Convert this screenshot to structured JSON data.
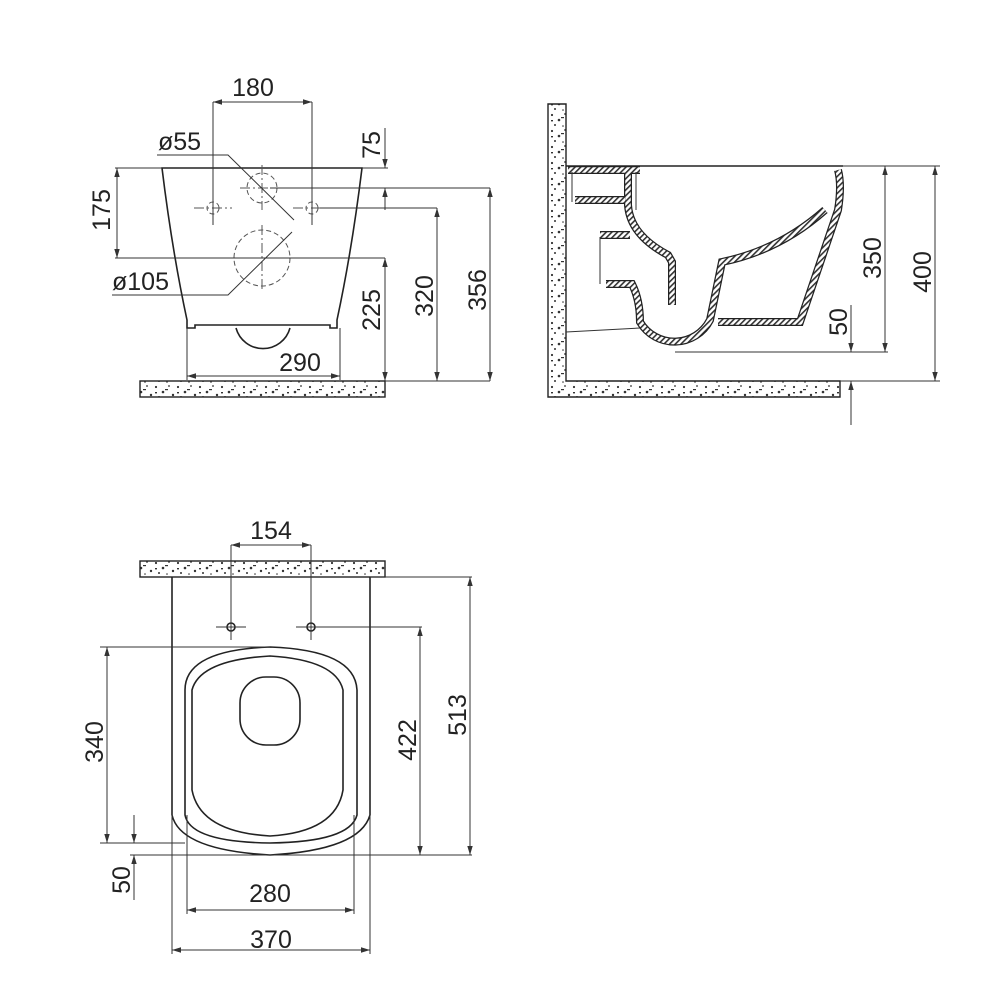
{
  "drawing": {
    "front_view": {
      "dimensions": {
        "inlet_spacing": "180",
        "small_hole_diameter": "ø55",
        "large_hole_diameter": "ø105",
        "top_offset": "75",
        "hole_height_left": "175",
        "outlet_height": "225",
        "bolt_height": "320",
        "inlet_height": "356",
        "base_width": "290"
      }
    },
    "side_view": {
      "dimensions": {
        "bowl_height": "350",
        "total_height": "400",
        "floor_clearance": "50"
      }
    },
    "top_view": {
      "dimensions": {
        "bolt_spacing": "154",
        "seat_length": "340",
        "bolt_to_front": "422",
        "total_length": "513",
        "front_offset": "50",
        "seat_width": "280",
        "total_width": "370"
      }
    },
    "colors": {
      "line": "#222222",
      "background": "#ffffff"
    }
  }
}
